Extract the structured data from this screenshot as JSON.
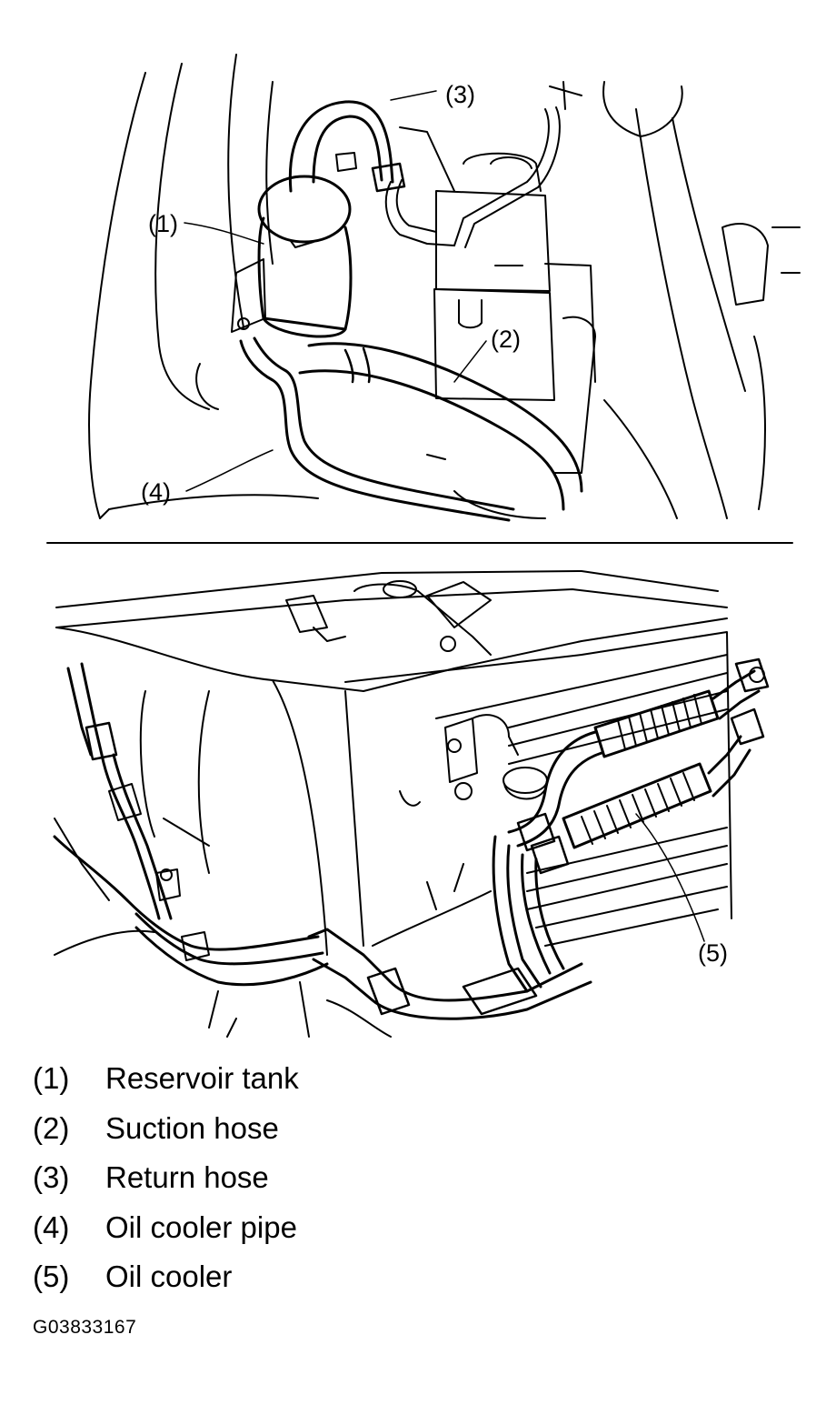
{
  "figure": {
    "callouts": {
      "c1": "(1)",
      "c2": "(2)",
      "c3": "(3)",
      "c4": "(4)",
      "c5": "(5)"
    }
  },
  "legend": {
    "items": [
      {
        "num": "(1)",
        "text": "Reservoir tank"
      },
      {
        "num": "(2)",
        "text": "Suction hose"
      },
      {
        "num": "(3)",
        "text": "Return hose"
      },
      {
        "num": "(4)",
        "text": "Oil cooler pipe"
      },
      {
        "num": "(5)",
        "text": "Oil cooler"
      }
    ]
  },
  "figure_code": "G03833167"
}
